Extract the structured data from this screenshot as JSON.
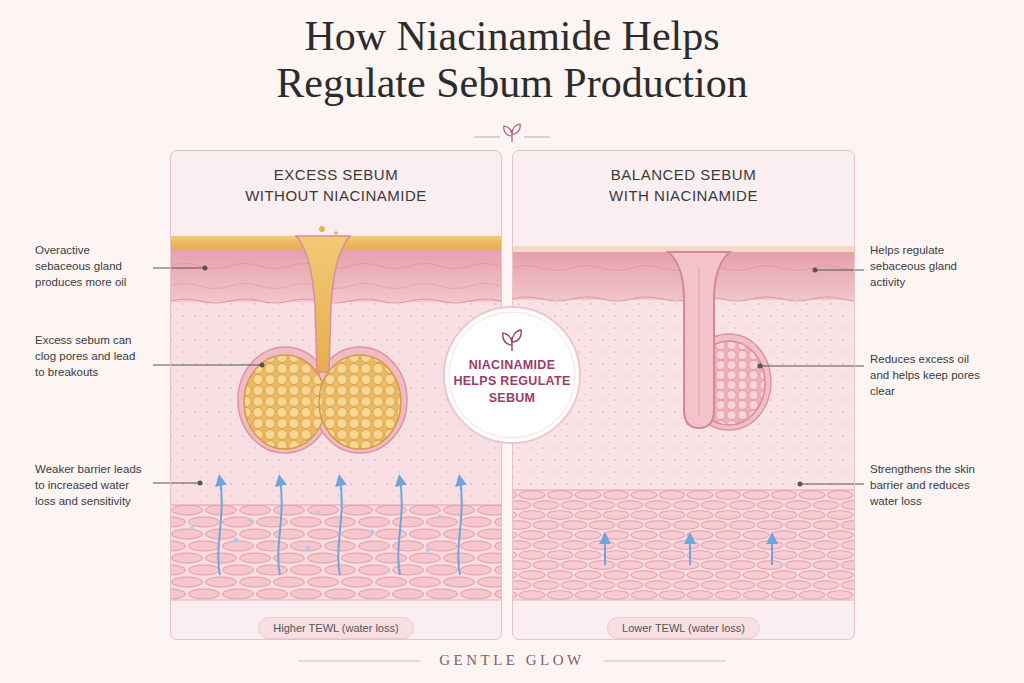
{
  "diagram": {
    "title": "How Niacinamide Helps Regulate Sebum Production",
    "nodes": [
      {
        "text": [
          "EXCESS SEBUM WITHOUT NIACINAMIDE"
        ]
      },
      {
        "text": [
          "Higher TEWL (water loss)"
        ],
        "in": 0
      },
      {
        "text": [
          "NIACINAMIDE HELPS REGULATE SEBUM"
        ]
      },
      {
        "text": [
          "BALANCED SEBUM WITH NIACINAMIDE"
        ]
      },
      {
        "text": [
          "Lower TEWL (water loss)"
        ],
        "in": 3
      }
    ],
    "labels": [
      "Overactive sebaceous gland produces more oil",
      "Excess sebum can clog pores and lead to breakouts",
      "Weaker barrier leads to increased water loss and sensitivity",
      "Helps regulate sebaceous gland activity",
      "Reduces excess oil and helps keep pores clear",
      "Strengthens the skin barrier and reduces water loss",
      "GENTLE GLOW"
    ]
  }
}
